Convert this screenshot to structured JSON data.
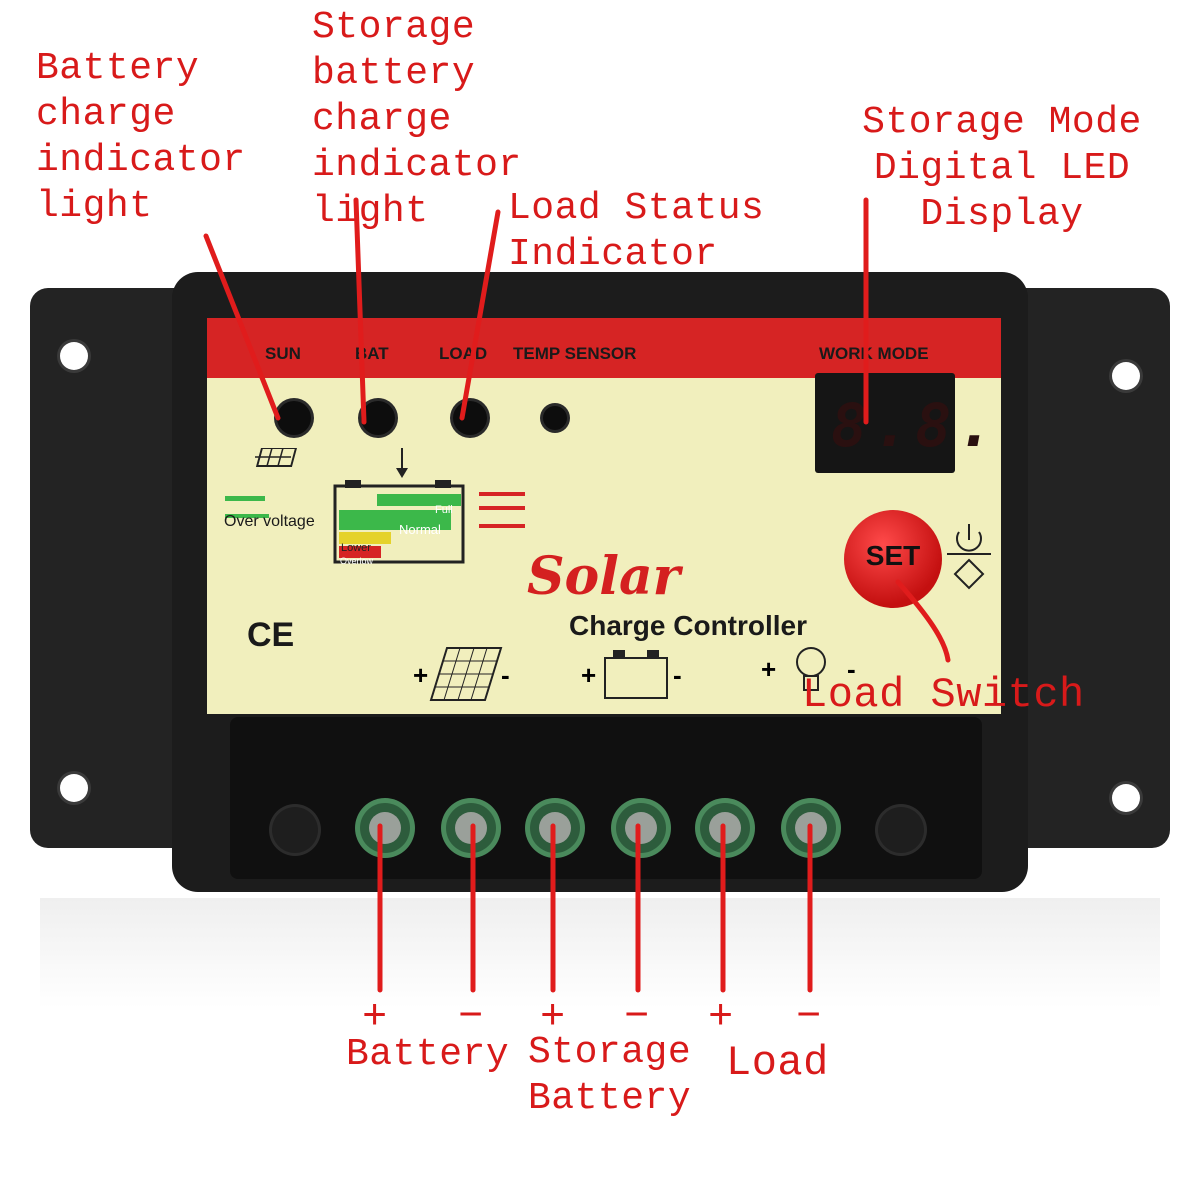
{
  "annotations": {
    "battery_charge_indicator": "Battery\ncharge\nindicator\nlight",
    "storage_battery_charge_indicator": "Storage\nbattery\ncharge\nindicator\nlight",
    "load_status_indicator": "Load Status\n Indicator",
    "storage_mode_display": "Storage Mode\nDigital LED Display",
    "load_switch": "Load Switch"
  },
  "terminals": {
    "battery_plus": "+",
    "battery_minus": "−",
    "battery_label": "Battery",
    "storage_plus": "+",
    "storage_minus": "−",
    "storage_label": "Storage\nBattery",
    "load_plus": "+",
    "load_minus": "−",
    "load_label": "Load"
  },
  "panel": {
    "sun": "SUN",
    "bat": "BAT",
    "load": "LOAD",
    "temp_sensor": "TEMP SENSOR",
    "work_mode": "WORK MODE",
    "display_value": "8.8.",
    "over_voltage": "Over voltage",
    "level_full": "Full",
    "level_normal": "Normal",
    "level_lower": "Lower",
    "level_overlow": "Overlow",
    "brand": "Solar",
    "product": "Charge Controller",
    "ce_mark": "CE",
    "set_button": "SET",
    "pv_plus": "+",
    "pv_minus": "-",
    "bat_plus": "+",
    "bat_minus": "-",
    "load_plus": "+",
    "load_minus": "-"
  },
  "colors": {
    "annotation_red": "#d81a1a",
    "panel_face": "#f1efbd",
    "band_red": "#d62424",
    "housing": "#1c1c1c",
    "terminal_green": "#2d5c3c"
  }
}
